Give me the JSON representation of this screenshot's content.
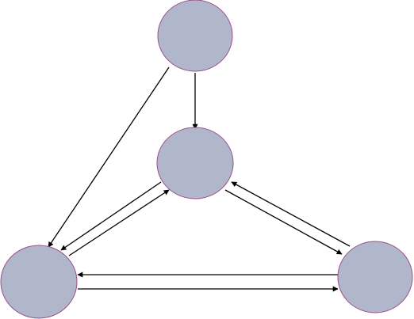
{
  "diagram": {
    "kind": "directed graph",
    "node_fill_color": "#b0b7cb",
    "node_stroke_color": "#9b4f8c",
    "edge_color": "#000000",
    "nodes": [
      {
        "id": "top",
        "label": ""
      },
      {
        "id": "middle",
        "label": ""
      },
      {
        "id": "bottom-left",
        "label": ""
      },
      {
        "id": "bottom-right",
        "label": ""
      }
    ],
    "edges": [
      {
        "from": "top",
        "to": "middle"
      },
      {
        "from": "top",
        "to": "bottom-left"
      },
      {
        "from": "middle",
        "to": "bottom-left"
      },
      {
        "from": "bottom-left",
        "to": "middle"
      },
      {
        "from": "middle",
        "to": "bottom-right"
      },
      {
        "from": "bottom-right",
        "to": "middle"
      },
      {
        "from": "bottom-left",
        "to": "bottom-right"
      },
      {
        "from": "bottom-right",
        "to": "bottom-left"
      }
    ]
  }
}
